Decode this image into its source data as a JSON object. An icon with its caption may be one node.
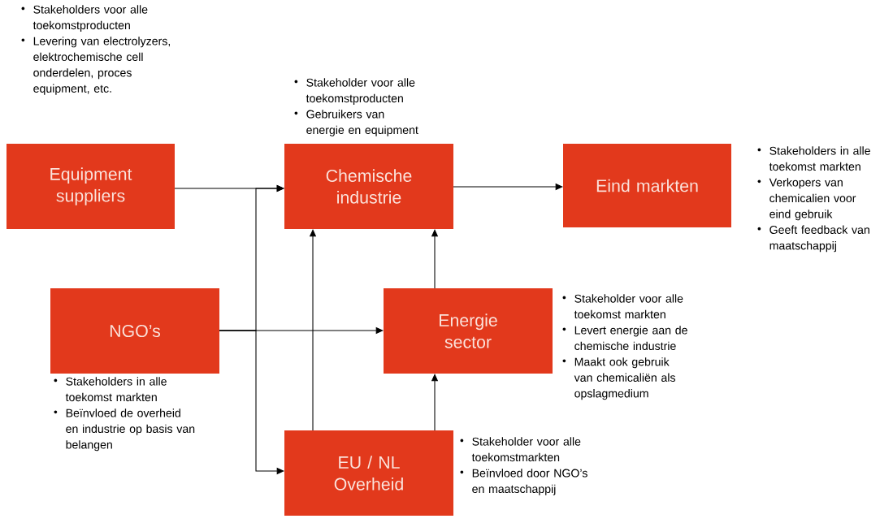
{
  "diagram": {
    "nodes": [
      {
        "text": [
          "Equipment suppliers"
        ],
        "beside": [
          "Stakeholders voor alle toekomstproducten",
          "Levering van electrolyzers, elektrochemische cell onderdelen, proces equipment, etc."
        ]
      },
      {
        "text": [
          "Chemische industrie"
        ],
        "beside": [
          "Stakeholder voor alle toekomstproducten",
          "Gebruikers van energie en equipment"
        ]
      },
      {
        "text": [
          "Eind markten"
        ],
        "beside": [
          "Stakeholders in alle toekomst markten",
          "Verkopers van chemicalien voor eind gebruik",
          "Geeft feedback van maatschappij"
        ]
      },
      {
        "text": [
          "NGO’s"
        ],
        "beside": [
          "Stakeholders in alle toekomst markten",
          "Beïnvloed de overheid en industrie op basis van belangen"
        ]
      },
      {
        "text": [
          "Energie sector"
        ],
        "beside": [
          "Stakeholder voor alle toekomst markten",
          "Levert energie aan de chemische industrie",
          "Maakt ook gebruik van chemicaliën als opslagmedium"
        ]
      },
      {
        "text": [
          "EU / NL Overheid"
        ],
        "beside": [
          "Stakeholder voor alle toekomstmarkten",
          "Beïnvloed door NGO’s en maatschappij"
        ]
      }
    ],
    "edges": [
      {
        "from": 0,
        "to": 1,
        "arrow": "to"
      },
      {
        "from": 3,
        "to": 1,
        "arrow": "to"
      },
      {
        "from": 3,
        "to": 4,
        "arrow": "to"
      },
      {
        "from": 3,
        "to": 5,
        "arrow": "to"
      },
      {
        "from": 5,
        "to": 1,
        "arrow": "to"
      },
      {
        "from": 5,
        "to": 4,
        "arrow": "to"
      },
      {
        "from": 4,
        "to": 1,
        "arrow": "to"
      },
      {
        "from": 1,
        "to": 2,
        "arrow": "to"
      }
    ]
  }
}
